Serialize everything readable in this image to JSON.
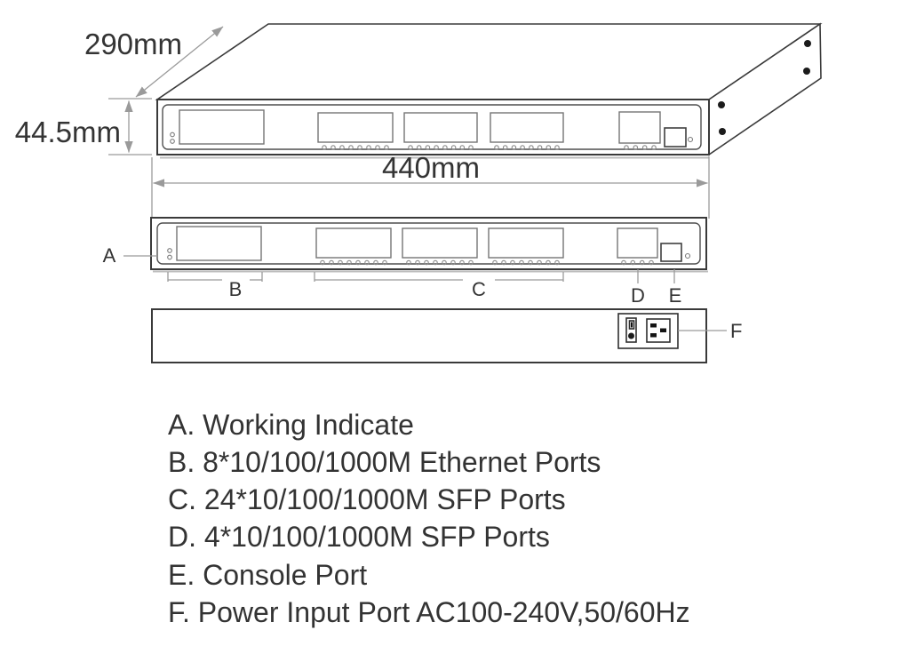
{
  "dimensions": {
    "depth": "290mm",
    "height": "44.5mm",
    "width": "440mm"
  },
  "callouts": {
    "a": "A",
    "b": "B",
    "c": "C",
    "d": "D",
    "e": "E",
    "f": "F"
  },
  "legend": [
    "A. Working Indicate",
    "B. 8*10/100/1000M Ethernet Ports",
    "C. 24*10/100/1000M SFP Ports",
    "D. 4*10/100/1000M SFP Ports",
    "E. Console Port",
    "F. Power Input Port AC100-240V,50/60Hz"
  ],
  "colors": {
    "outline": "#3a3a3a",
    "detail_gray": "#757575",
    "dimension_gray": "#9a9a9a",
    "text": "#333333",
    "screw_black": "#1b1b1b"
  }
}
